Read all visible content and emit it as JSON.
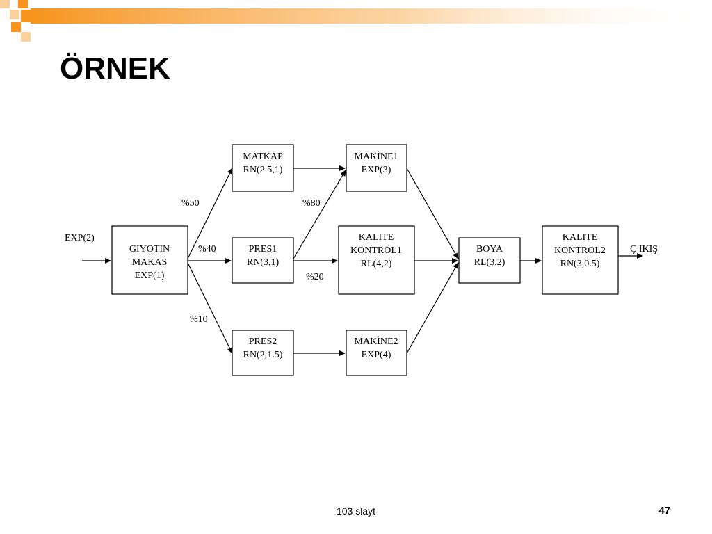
{
  "slide": {
    "title": "ÖRNEK",
    "footer_center": "103 slayt",
    "page_number": "47",
    "accent_color": "#F7941D"
  },
  "diagram": {
    "input_label": "EXP(2)",
    "output_label": "Ç IKIŞ",
    "nodes": {
      "giyotin": [
        "GIYOTIN",
        "MAKAS",
        "EXP(1)"
      ],
      "matkap": [
        "MATKAP",
        "RN(2.5,1)"
      ],
      "pres1": [
        "PRES1",
        "RN(3,1)"
      ],
      "pres2": [
        "PRES2",
        "RN(2,1.5)"
      ],
      "makine1": [
        "MAKİNE1",
        "EXP(3)"
      ],
      "kalite1": [
        "KALITE",
        "KONTROL1",
        "RL(4,2)"
      ],
      "makine2": [
        "MAKİNE2",
        "EXP(4)"
      ],
      "boya": [
        "BOYA",
        "RL(3,2)"
      ],
      "kalite2": [
        "KALITE",
        "KONTROL2",
        "RN(3,0.5)"
      ]
    },
    "edge_labels": {
      "to_matkap": "%50",
      "to_pres1": "%40",
      "to_pres2": "%10",
      "pres1_to_makine1": "%80",
      "pres1_to_kalite1": "%20"
    }
  }
}
